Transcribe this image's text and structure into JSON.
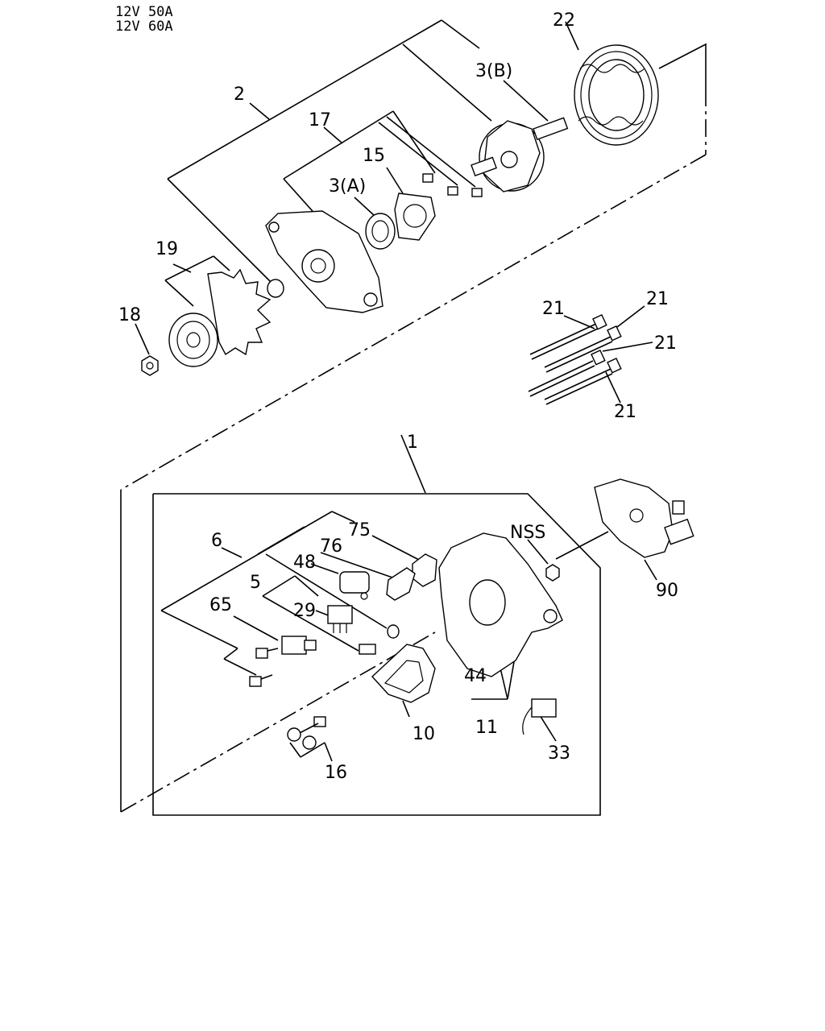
{
  "header": {
    "line1": "12V 50A",
    "line2": "12V 60A"
  },
  "callouts": {
    "c1": "1",
    "c2": "2",
    "c3A": "3(A)",
    "c3B": "3(B)",
    "c5": "5",
    "c6": "6",
    "c10": "10",
    "c11": "11",
    "c15": "15",
    "c16": "16",
    "c17": "17",
    "c18": "18",
    "c19": "19",
    "c21a": "21",
    "c21b": "21",
    "c21c": "21",
    "c21d": "21",
    "c22": "22",
    "c29": "29",
    "c33": "33",
    "c44": "44",
    "c48": "48",
    "c65": "65",
    "c75": "75",
    "c76": "76",
    "c90": "90",
    "cNSS": "NSS"
  }
}
